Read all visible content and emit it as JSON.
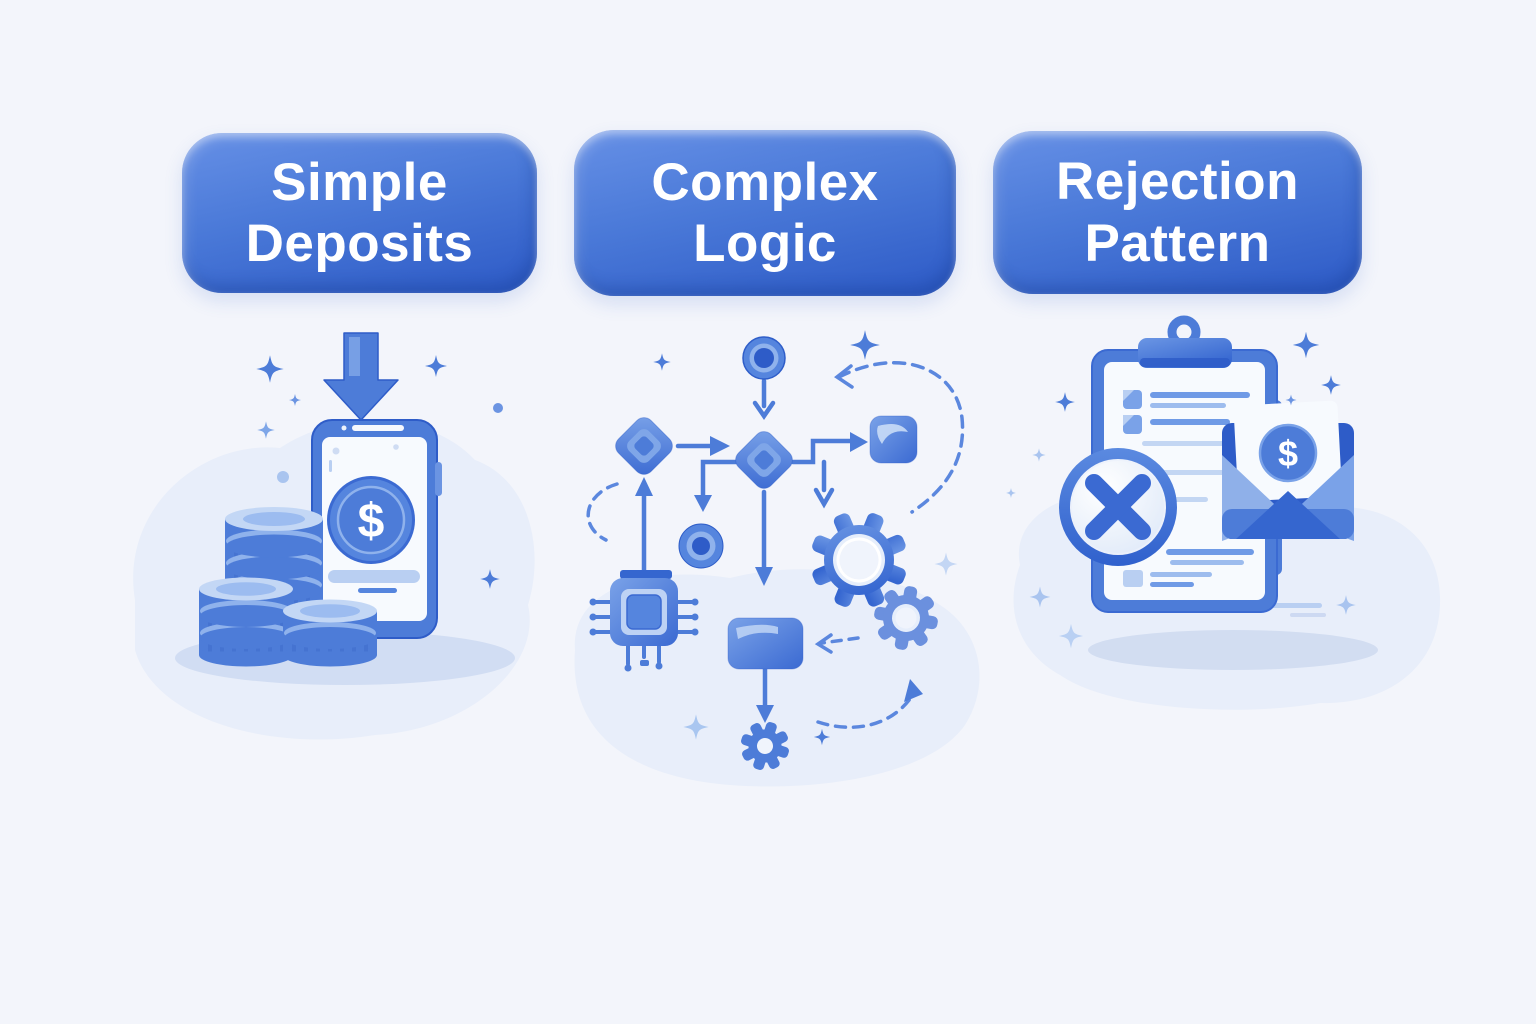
{
  "colors": {
    "background": "#f3f5fb",
    "primary_blue": "#4d7cd8",
    "dark_blue": "#2e5cc8",
    "mid_blue": "#5585de",
    "light_blue": "#b9cff2",
    "pale_blob": "#e8eefa",
    "header_gradient_top": "#6690e6",
    "header_gradient_bottom": "#2d5ac6",
    "text_white": "#ffffff"
  },
  "panels": [
    {
      "id": "simple-deposits",
      "title": "Simple Deposits",
      "coin_symbol": "$",
      "icons": [
        "down-arrow-icon",
        "smartphone-icon",
        "dollar-coin-icon",
        "coin-stack-icon",
        "sparkle-icon"
      ]
    },
    {
      "id": "complex-logic",
      "title": "Complex Logic",
      "icons": [
        "start-node-icon",
        "decision-diamond-icon",
        "connector-node-icon",
        "process-square-icon",
        "process-box-icon",
        "cpu-chip-icon",
        "gear-icon",
        "flow-arrow-icon",
        "dashed-connector-icon",
        "sparkle-icon"
      ]
    },
    {
      "id": "rejection-pattern",
      "title": "Rejection Pattern",
      "coin_symbol": "$",
      "icons": [
        "clipboard-icon",
        "checklist-icon",
        "x-circle-icon",
        "envelope-icon",
        "dollar-coin-icon",
        "sparkle-icon"
      ]
    }
  ]
}
